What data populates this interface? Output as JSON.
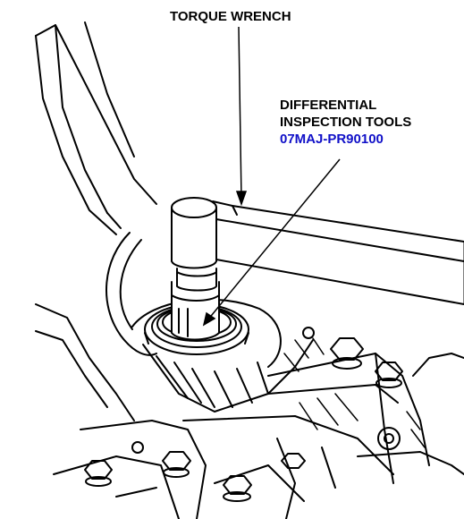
{
  "labels": {
    "torque_wrench": "TORQUE WRENCH",
    "differential_line1": "DIFFERENTIAL",
    "differential_line2": "INSPECTION TOOLS",
    "part_number": "07MAJ-PR90100"
  },
  "colors": {
    "ink": "#000000",
    "paper": "#ffffff",
    "part_number": "#1010c8"
  }
}
